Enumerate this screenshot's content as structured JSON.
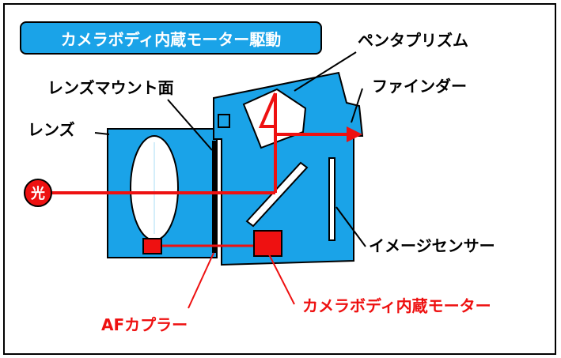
{
  "title": "カメラボディ内蔵モーター駆動",
  "labels": {
    "pentaprism": "ペンタプリズム",
    "finder": "ファインダー",
    "lens_mount": "レンズマウント面",
    "lens": "レンズ",
    "light": "光",
    "image_sensor": "イメージセンサー",
    "af_coupler": "AFカプラー",
    "body_motor": "カメラボディ内蔵モーター"
  },
  "colors": {
    "body": "#1aa3e8",
    "accent": "#ee1111",
    "title_bg": "#1aa3e8",
    "outline": "#000000"
  }
}
